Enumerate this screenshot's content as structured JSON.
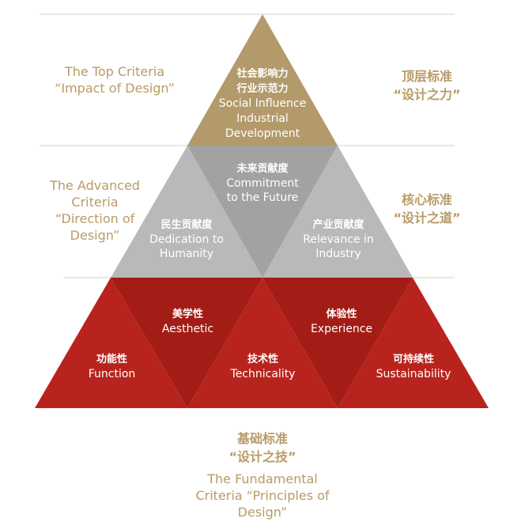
{
  "colors": {
    "gold": "#b39a6a",
    "gray_light": "#b9b9b9",
    "gray_dark": "#a2a2a2",
    "red_main": "#b8241d",
    "red_dark": "#a31c16",
    "side_text": "#b89b66",
    "divider": "#d9cfc0"
  },
  "tiers": {
    "top": {
      "left": {
        "line1": "The Top Criteria",
        "line2": "“Impact of Design”"
      },
      "right": {
        "line1": "顶层标准",
        "line2": "“设计之力”"
      },
      "cell": {
        "cn1": "社会影响力",
        "cn2": "行业示范力",
        "en1": "Social Influence",
        "en2": "Industrial",
        "en3": "Development"
      }
    },
    "middle": {
      "left": {
        "line1": "The Advanced",
        "line2": "Criteria",
        "line3": "“Direction of",
        "line4": "Design”"
      },
      "right": {
        "line1": "核心标准",
        "line2": "“设计之道”"
      },
      "cells": {
        "center": {
          "cn": "未来贡献度",
          "en1": "Commitment",
          "en2": "to the Future"
        },
        "left": {
          "cn": "民生贡献度",
          "en1": "Dedication to",
          "en2": "Humanity"
        },
        "right": {
          "cn": "产业贡献度",
          "en1": "Relevance in",
          "en2": "Industry"
        }
      }
    },
    "bottom": {
      "cells": {
        "aesthetic": {
          "cn": "美学性",
          "en": "Aesthetic"
        },
        "experience": {
          "cn": "体验性",
          "en": "Experience"
        },
        "function": {
          "cn": "功能性",
          "en": "Function"
        },
        "technicality": {
          "cn": "技术性",
          "en": "Technicality"
        },
        "sustainability": {
          "cn": "可持续性",
          "en": "Sustainability"
        }
      },
      "caption": {
        "cn1": "基础标准",
        "cn2": "“设计之技”",
        "en1": "The Fundamental",
        "en2": "Criteria “Principles of",
        "en3": "Design”"
      }
    }
  }
}
